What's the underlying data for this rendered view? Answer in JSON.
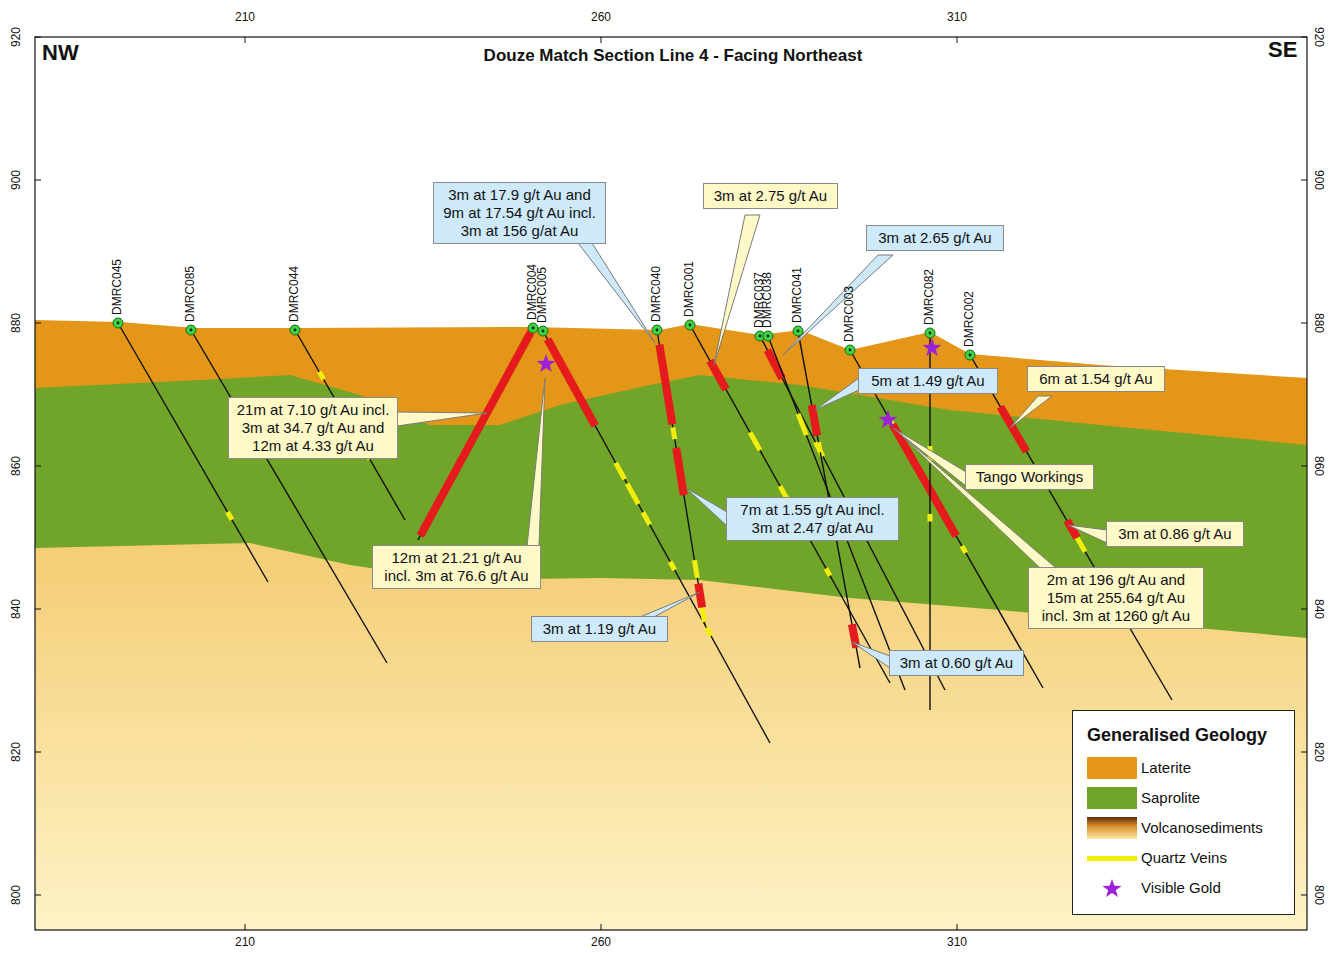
{
  "diagram": {
    "title": "Douze Match Section Line 4 - Facing Northeast",
    "nodes": [
      {
        "text": [
          "3m at 17.9 g/t Au and 9m at 17.54 g/t Au incl. 3m at 156 g/at Au"
        ]
      },
      {
        "text": [
          "3m at 2.75 g/t Au"
        ]
      },
      {
        "text": [
          "3m at 2.65 g/t Au"
        ]
      },
      {
        "text": [
          "21m at 7.10 g/t Au incl. 3m at 34.7 g/t Au and 12m at 4.33 g/t Au"
        ]
      },
      {
        "text": [
          "5m at 1.49 g/t Au"
        ]
      },
      {
        "text": [
          "6m at 1.54 g/t Au"
        ]
      },
      {
        "text": [
          "Tango Workings"
        ]
      },
      {
        "text": [
          "7m at 1.55 g/t Au incl. 3m at 2.47 g/at Au"
        ]
      },
      {
        "text": [
          "3m at 0.86 g/t Au"
        ]
      },
      {
        "text": [
          "12m at 21.21 g/t Au incl. 3m at 76.6 g/t Au"
        ]
      },
      {
        "text": [
          "2m at 196 g/t Au and 15m at 255.64 g/t Au incl. 3m at 1260 g/t Au"
        ]
      },
      {
        "text": [
          "3m at 1.19 g/t Au"
        ]
      },
      {
        "text": [
          "3m at 0.60 g/t Au"
        ]
      }
    ],
    "labels": [
      "NW",
      "SE",
      "210",
      "260",
      "310",
      "210",
      "260",
      "310",
      "920",
      "900",
      "880",
      "860",
      "840",
      "820",
      "800",
      "920",
      "900",
      "880",
      "860",
      "840",
      "820",
      "800",
      "DMRC045",
      "DMRC085",
      "DMRC044",
      "DMRC004",
      "DMRC005",
      "DMRC040",
      "DMRC001",
      "DMRC037",
      "DMRC038",
      "DMRC041",
      "DMRC003",
      "DMRC082",
      "DMRC002",
      "Generalised Geology"
    ],
    "legend": [
      {
        "text": "Laterite",
        "color": "#e39618"
      },
      {
        "text": "Saprolite",
        "color": "#71a52a"
      },
      {
        "text": "Volcanosediments"
      },
      {
        "text": "Quartz Veins"
      },
      {
        "text": "Visible Gold"
      }
    ]
  }
}
